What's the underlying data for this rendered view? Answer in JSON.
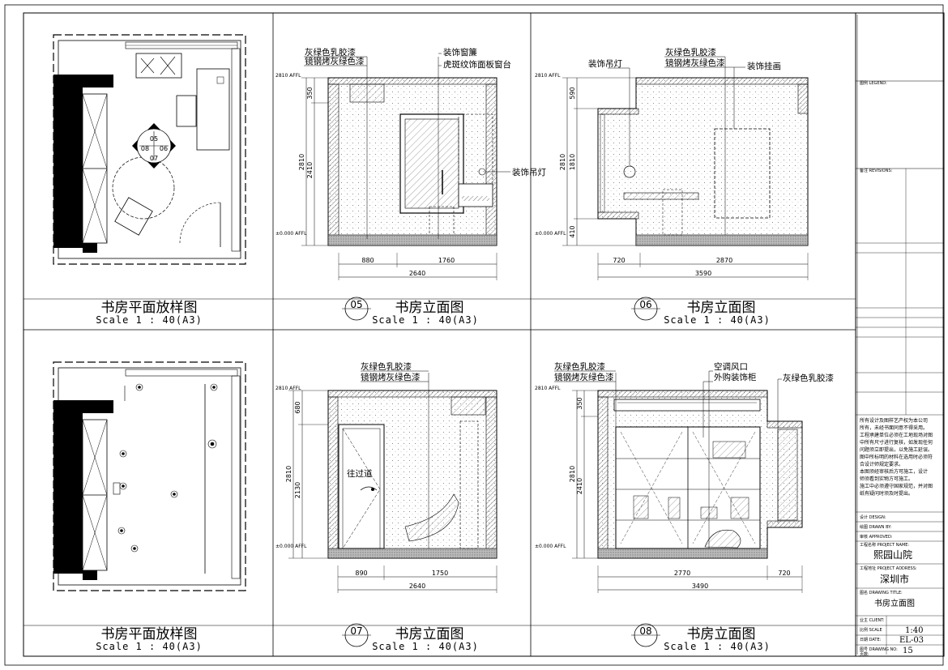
{
  "panels": {
    "plan_top": {
      "title": "书房平面放样图",
      "scale": "Scale 1 : 40(A3)",
      "tags": [
        "05",
        "08",
        "06",
        "07"
      ]
    },
    "elev_05": {
      "number": "05",
      "title": "书房立面图",
      "scale": "Scale 1 : 40(A3)",
      "labels": [
        "灰绿色乳胶漆",
        "镜钢烤灰绿色漆",
        "装饰窗簾",
        "虎斑纹饰面板窗台",
        "装饰吊灯"
      ],
      "levels": [
        "2810 AFFL",
        "±0.000 AFFL"
      ],
      "vdims": [
        "350",
        "2810",
        "2410"
      ],
      "hdims": [
        "880",
        "1760",
        "2640"
      ]
    },
    "elev_06": {
      "number": "06",
      "title": "书房立面图",
      "scale": "Scale 1 : 40(A3)",
      "labels": [
        "灰绿色乳胶漆",
        "镜钢烤灰绿色漆",
        "装饰挂画",
        "装饰吊灯"
      ],
      "levels": [
        "2810 AFFL",
        "±0.000 AFFL"
      ],
      "vdims": [
        "590",
        "2810",
        "1810",
        "410"
      ],
      "hdims": [
        "720",
        "2870",
        "3590"
      ]
    },
    "plan_bottom": {
      "title": "书房平面放样图",
      "scale": "Scale 1 : 40(A3)"
    },
    "elev_07": {
      "number": "07",
      "title": "书房立面图",
      "scale": "Scale 1 : 40(A3)",
      "labels": [
        "灰绿色乳胶漆",
        "镜钢烤灰绿色漆",
        "往过道"
      ],
      "levels": [
        "2810 AFFL",
        "±0.000 AFFL"
      ],
      "vdims": [
        "680",
        "2810",
        "2130"
      ],
      "hdims": [
        "890",
        "1750",
        "2640"
      ]
    },
    "elev_08": {
      "number": "08",
      "title": "书房立面图",
      "scale": "Scale 1 : 40(A3)",
      "labels": [
        "灰绿色乳胶漆",
        "镜钢烤灰绿色漆",
        "空调风口",
        "外购装饰柜",
        "灰绿色乳胶漆"
      ],
      "levels": [
        "2810 AFFL",
        "±0.000 AFFL"
      ],
      "vdims": [
        "350",
        "2810",
        "2410"
      ],
      "hdims": [
        "2770",
        "720",
        "3490"
      ]
    }
  },
  "title_block": {
    "legend_label": "图例 LEGEND:",
    "revision_label": "备注 REVISIONS:",
    "notes": [
      "所有设计及图样艺产权为本公司",
      "所有，未经书面同意不得采用。",
      "工程承建单位必须在工地现场对图",
      "中所有尺寸进行复核，如发现任何",
      "问题须立即提出，以免施工延误。",
      "图中所标明的材料在选用时必须符",
      "合设计师规定要求。",
      "本图须经审核后方可施工，设计",
      "师须看到实物方可施工。",
      "施工中必须遵守国家规范，并对图",
      "纸有疑问时须及时提出。"
    ],
    "design_label": "设计 DESIGN:",
    "drawn_label": "绘图 DRAWN BY:",
    "checked_label": "审核 APPROVED:",
    "project_label": "工程名称 PROJECT NAME:",
    "project_name": "熙园山院",
    "address_label": "工程地址 PROJECT ADDRESS:",
    "address": "深圳市",
    "drawing_label": "图名 DRAWING TITLE:",
    "drawing_title": "书房立面图",
    "client_label": "业主 CLIENT:",
    "scale_label": "比例 SCALE",
    "scale": "1:40",
    "date_label": "日期 DATE:",
    "drawing_no_label": "图号 DRAWING NO:",
    "drawing_no": "EL-03",
    "page_label": "页数:",
    "page": "15"
  }
}
